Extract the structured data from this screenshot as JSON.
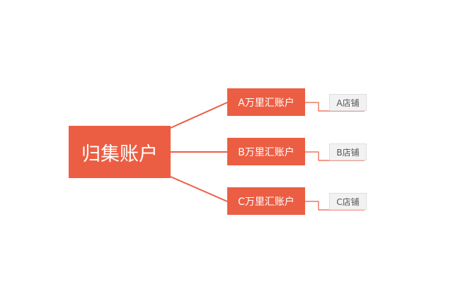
{
  "colors": {
    "accent": "#ec5e43",
    "connector": "#ec5e43",
    "leaf_background": "#f2f2f2",
    "leaf_text": "#555555"
  },
  "root": {
    "label": "归集账户"
  },
  "branches": [
    {
      "label": "A万里汇账户",
      "leaf": {
        "label": "A店铺"
      }
    },
    {
      "label": "B万里汇账户",
      "leaf": {
        "label": "B店铺"
      }
    },
    {
      "label": "C万里汇账户",
      "leaf": {
        "label": "C店铺"
      }
    }
  ]
}
